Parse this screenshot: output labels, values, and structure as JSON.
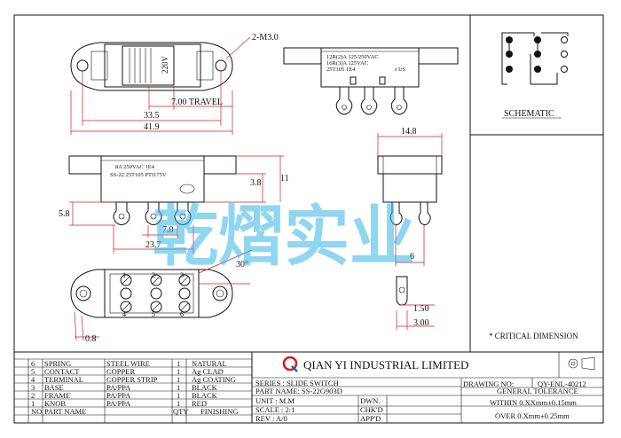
{
  "dimensions": {
    "hole": "2-M3.0",
    "travel": "7.00 TRAVEL",
    "d335": "33.5",
    "d419": "41.9",
    "d148": "14.8",
    "d38": "3.8",
    "d11": "11",
    "d58": "5.8",
    "d70": "7.0",
    "d237": "23.7",
    "d6": "6",
    "angle": "30°",
    "d08": "0.8",
    "d150": "1.50",
    "d300": "3.00"
  },
  "side_marking": [
    "12R(2)A 125/250VAC",
    "16R(3)A 125VAC",
    "25T105 1E4"
  ],
  "body_marking": [
    "8A 250VAC 1E4",
    "SS-22 25T105 PTI175V"
  ],
  "voltage_label": "220V",
  "pin_numbers": [
    "1",
    "2",
    "3",
    "4",
    "5",
    "6"
  ],
  "cert_mark": "c US",
  "schematic_label": "SCHEMATIC",
  "critical_note": "* CRITICAL DIMENSION",
  "watermark": "乾熠实业",
  "bom": [
    {
      "no": "6",
      "part": "SPRING",
      "material": "STEEL WIRE",
      "qty": "1",
      "finish": "NATURAL"
    },
    {
      "no": "5",
      "part": "CONTACT",
      "material": "COPPER",
      "qty": "1",
      "finish": "Ag CLAD"
    },
    {
      "no": "4",
      "part": "TERMINAL",
      "material": "COPPER STRIP",
      "qty": "1",
      "finish": "Ag COATING"
    },
    {
      "no": "3",
      "part": "BASE",
      "material": "PA/PPA",
      "qty": "1",
      "finish": "BLACK"
    },
    {
      "no": "2",
      "part": "FRAME",
      "material": "PA/PPA",
      "qty": "1",
      "finish": "BLACK"
    },
    {
      "no": "1",
      "part": "KNOB",
      "material": "PA/PPA",
      "qty": "1",
      "finish": "RED"
    }
  ],
  "bom_header": {
    "no": "NO",
    "part": "PART NAME",
    "qty": "QTY",
    "finish": "FINISHING"
  },
  "company": "QIAN YI INDUSTRIAL LIMITED",
  "title_block": {
    "series": "SERIES : SLIDE SWITCH",
    "part_name": "PART NAME: SS-22G903D",
    "unit": "UNIT : M.M",
    "scale": "SCALE : 2:1",
    "rev": "REV : A/0",
    "dwn": "DWN.",
    "chkd": "CHK'D",
    "appd": "APP'D",
    "drawing_no_label": "DRAWING NO:",
    "drawing_no": "QY-ENL-40212",
    "general_tolerance": "GENERAL TOLERANCE",
    "within": "WITHIN 0.XXmm±0.15mm",
    "over": "OVER  0.Xmm±0.25mm"
  }
}
